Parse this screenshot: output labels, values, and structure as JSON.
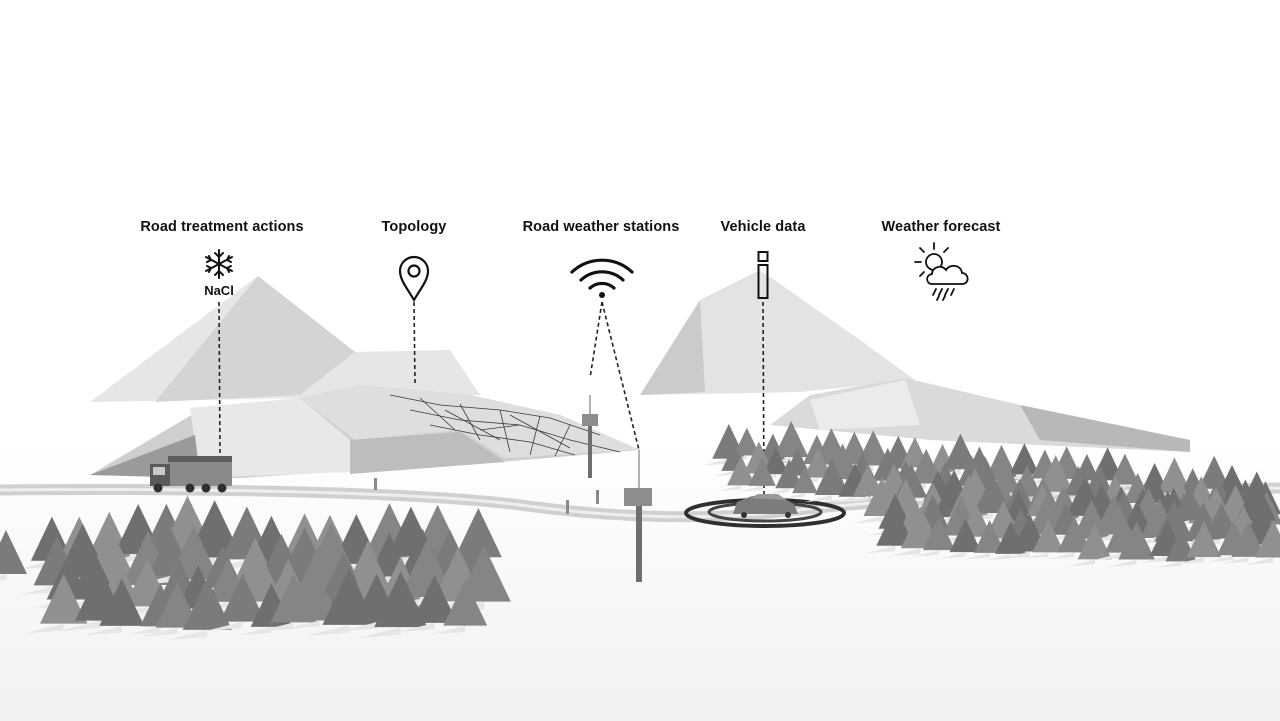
{
  "labels": {
    "road_treatment": "Road treatment actions",
    "topology": "Topology",
    "stations": "Road weather stations",
    "vehicle": "Vehicle data",
    "forecast": "Weather forecast"
  },
  "icons": {
    "road_treatment": "snowflake-icon",
    "road_treatment_text": "NaCl",
    "topology": "map-pin-icon",
    "stations": "wifi-signal-icon",
    "vehicle": "info-icon",
    "forecast": "sun-cloud-rain-icon"
  },
  "colors": {
    "background": "#ffffff",
    "mountain": "#dcdcdc",
    "tree": "#7a7a7a",
    "road": "#d5d5d5",
    "ink": "#111111"
  }
}
